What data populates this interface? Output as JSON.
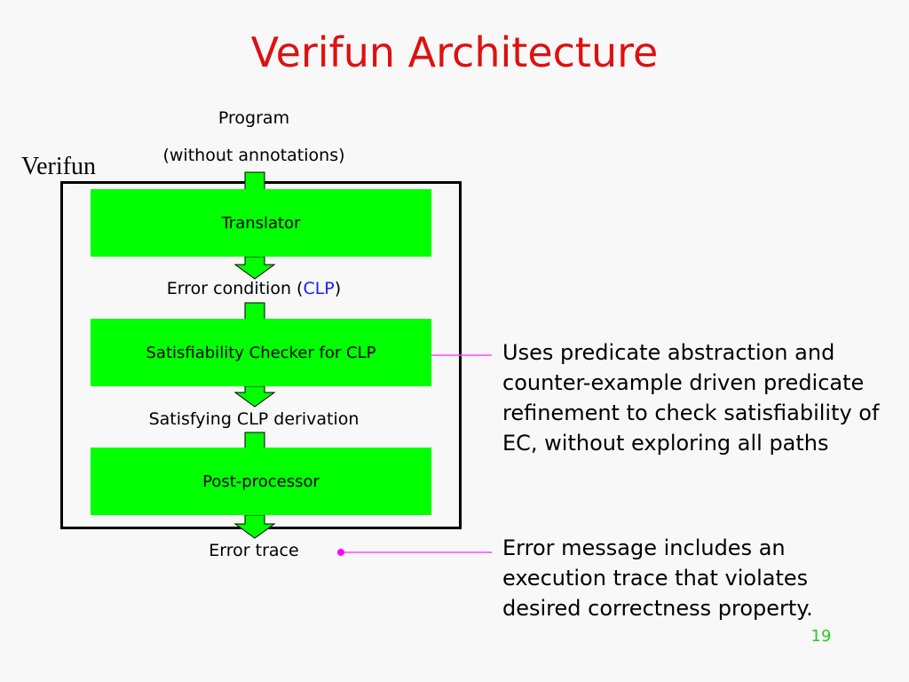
{
  "slide": {
    "title": "Verifun Architecture",
    "page_number": "19"
  },
  "diagram": {
    "container_label": "Verifun",
    "input_line1": "Program",
    "input_line2": "(without annotations)",
    "stages": {
      "translator": "Translator",
      "checker": "Satisfiability Checker for CLP",
      "postprocessor": "Post-processor"
    },
    "edges": {
      "error_condition_prefix": "Error condition (",
      "error_condition_clp": "CLP",
      "error_condition_suffix": ")",
      "derivation": "Satisfying CLP derivation",
      "output": "Error trace"
    },
    "colors": {
      "stage_fill": "#00ff00",
      "title": "#dd1111",
      "callout_line": "#ff44ff",
      "clp_text": "#1a1aff",
      "page_number": "#22cc22"
    }
  },
  "notes": {
    "checker_note": "Uses predicate abstraction and counter-example driven predicate refinement to check satisfiability of EC, without exploring all paths",
    "trace_note": "Error message includes an execution trace that violates desired correctness property."
  }
}
